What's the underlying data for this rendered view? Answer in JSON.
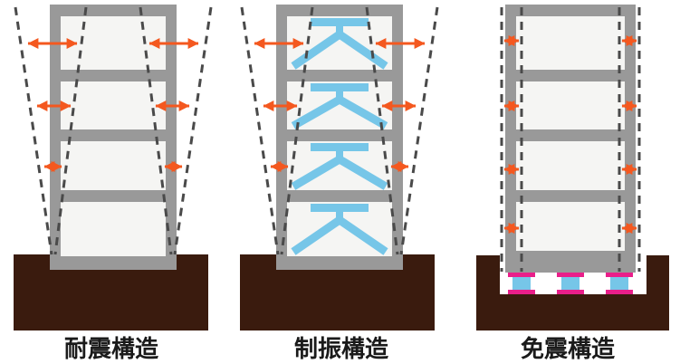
{
  "figure": {
    "type": "diagram",
    "subject": "earthquake-resistance building structure comparison",
    "panels": [
      {
        "id": "taishin",
        "label": "耐震構造",
        "features": "frame embedded in ground, converging sway lines, three shrinking sway arrows per side"
      },
      {
        "id": "seishin",
        "label": "制振構造",
        "features": "frame with blue chevron damper braces in every story, converging sway lines, three shrinking sway arrows per side"
      },
      {
        "id": "menshin",
        "label": "免震構造",
        "features": "frame on three isolation bearings in a foundation pit, vertical motion lines, four small arrows per side"
      }
    ],
    "bearing_count": 3,
    "story_count": 4
  },
  "colors": {
    "background": "#ffffff",
    "frame_gray": "#999999",
    "floor_fill": "#f5f5f3",
    "ground_brown": "#3a1b0e",
    "arrow_orange": "#f4581f",
    "damper_blue": "#76c6e8",
    "bearing_blue": "#76c6e8",
    "bearing_pink": "#e91f8a",
    "dash_gray": "#4a4a4a",
    "label_black": "#1a1a1a"
  }
}
